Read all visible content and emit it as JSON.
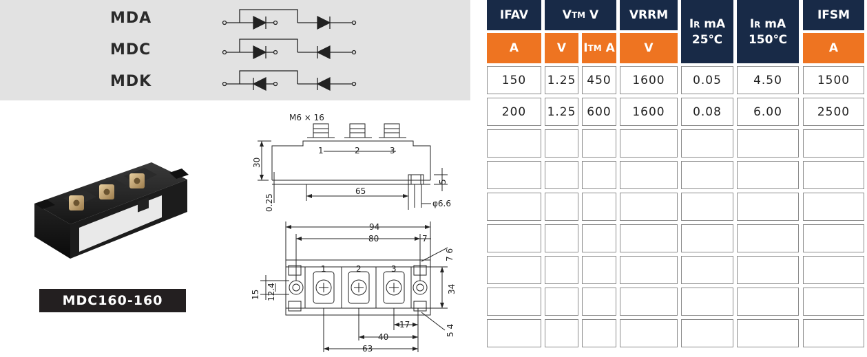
{
  "models": [
    "MDA",
    "MDC",
    "MDK"
  ],
  "part_number": "MDC160-160",
  "drawing": {
    "labels": {
      "screw": "M6 × 16",
      "t1": "1",
      "t2": "2",
      "t3": "3",
      "h30": "30",
      "d025": "0.25",
      "d65": "65",
      "d5": "5",
      "phi66": "φ6.6",
      "d94": "94",
      "d80": "80",
      "d7": "7",
      "d76": "7 6",
      "d15": "15",
      "d124": "12.4",
      "d34": "34",
      "d17": "17",
      "d40": "40",
      "d63": "63",
      "d54": "5 4"
    }
  },
  "table": {
    "headers": {
      "ifav": "IFAV",
      "vtm_pre": "V",
      "vtm_sub": "TM",
      "vtm_post": " V",
      "vrrm": "VRRM",
      "ir25_pre": "I",
      "ir25_sub": "R",
      "ir25_post": " mA",
      "ir25_temp": "25℃",
      "ir150_pre": "I",
      "ir150_sub": "R",
      "ir150_post": " mA",
      "ir150_temp": "150℃",
      "ifsm": "IFSM"
    },
    "units": {
      "ifav": "A",
      "vtm": "V",
      "itm_pre": "I",
      "itm_sub": "TM",
      "itm_post": " A",
      "vrrm": "V",
      "ifsm": "A"
    },
    "rows": [
      [
        "150",
        "1.25",
        "450",
        "1600",
        "0.05",
        "4.50",
        "1500"
      ],
      [
        "200",
        "1.25",
        "600",
        "1600",
        "0.08",
        "6.00",
        "2500"
      ],
      [
        "",
        "",
        "",
        "",
        "",
        "",
        ""
      ],
      [
        "",
        "",
        "",
        "",
        "",
        "",
        ""
      ],
      [
        "",
        "",
        "",
        "",
        "",
        "",
        ""
      ],
      [
        "",
        "",
        "",
        "",
        "",
        "",
        ""
      ],
      [
        "",
        "",
        "",
        "",
        "",
        "",
        ""
      ],
      [
        "",
        "",
        "",
        "",
        "",
        "",
        ""
      ],
      [
        "",
        "",
        "",
        "",
        "",
        "",
        ""
      ]
    ]
  }
}
